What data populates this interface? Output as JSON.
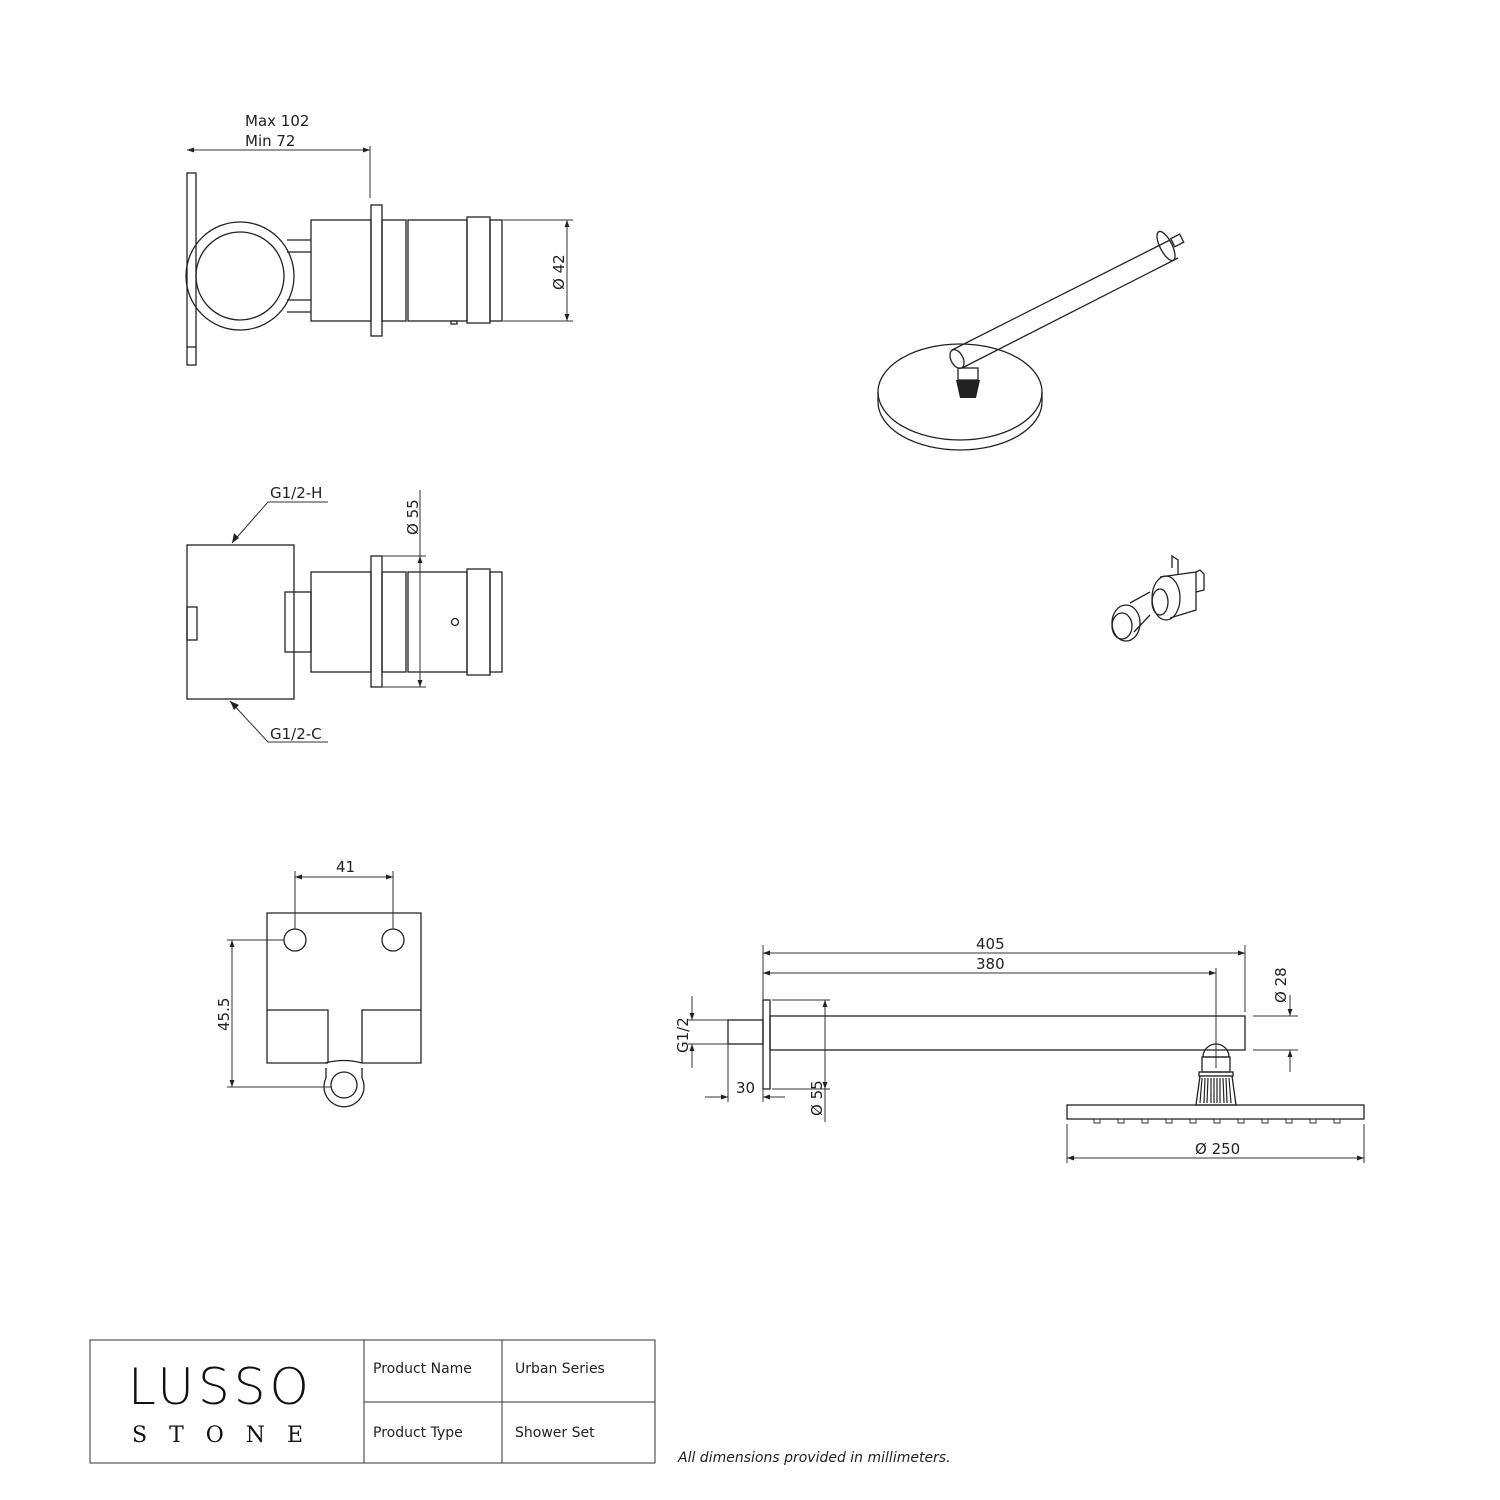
{
  "drawing_1": {
    "max_label": "Max 102",
    "min_label": "Min 72",
    "diameter_label": "Ø 42"
  },
  "drawing_2": {
    "diameter_label": "Ø 55",
    "hot_inlet_label": "G1/2-H",
    "cold_inlet_label": "G1/2-C"
  },
  "drawing_3": {
    "width_label": "41",
    "height_label": "45.5"
  },
  "drawing_4": {
    "total_length_label": "405",
    "arm_length_label": "380",
    "arm_diameter_label": "Ø 28",
    "thread_label": "G1/2",
    "stub_label": "30",
    "flange_diameter_label": "Ø 55",
    "head_diameter_label": "Ø 250"
  },
  "title_block": {
    "logo_top": "LUSSO",
    "logo_bottom": "STONE",
    "rows": [
      {
        "label": "Product Name",
        "value": "Urban Series"
      },
      {
        "label": "Product Type",
        "value": "Shower Set"
      }
    ]
  },
  "note": "All dimensions provided in millimeters."
}
